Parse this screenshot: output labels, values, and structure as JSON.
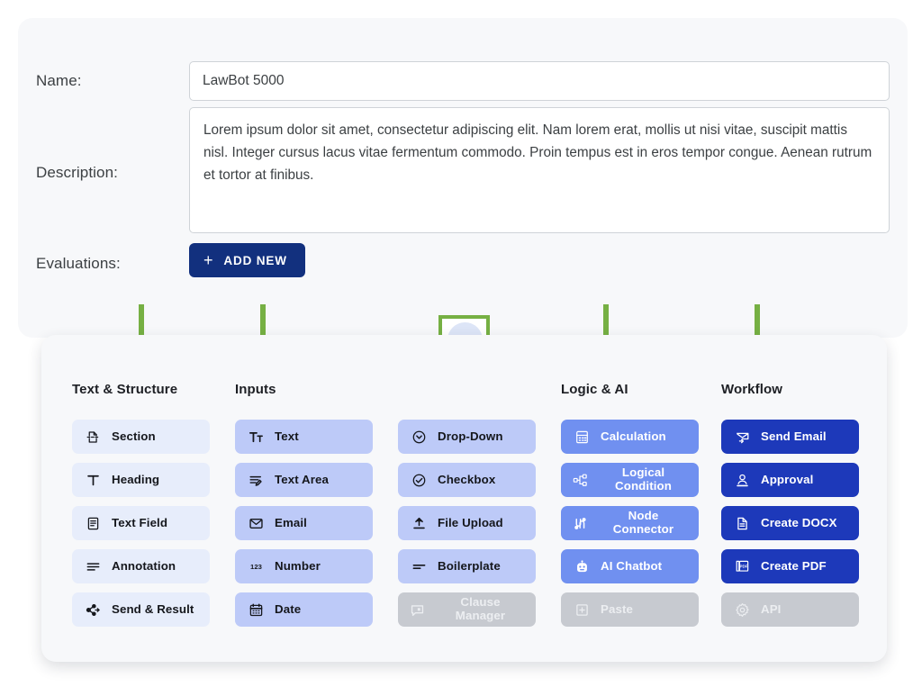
{
  "form": {
    "name": {
      "label": "Name:",
      "value": "LawBot 5000"
    },
    "description": {
      "label": "Description:",
      "value": "Lorem ipsum dolor sit amet, consectetur adipiscing elit. Nam lorem erat, mollis ut nisi vitae, suscipit mattis nisl. Integer cursus lacus vitae fermentum commodo. Proin tempus est in eros tempor congue. Aenean rutrum et tortor at finibus."
    },
    "evaluations": {
      "label": "Evaluations:",
      "add_button": "ADD NEW",
      "add_icon": "plus-icon"
    }
  },
  "palette": {
    "close_button": {
      "icon": "close-icon",
      "highlighted": "true"
    },
    "columns": [
      {
        "header": "Text & Structure",
        "tone": "pale",
        "items": [
          {
            "label": "Section",
            "icon": "section-icon",
            "disabled": "false"
          },
          {
            "label": "Heading",
            "icon": "heading-t-icon",
            "disabled": "false"
          },
          {
            "label": "Text Field",
            "icon": "text-field-icon",
            "disabled": "false"
          },
          {
            "label": "Annotation",
            "icon": "annotation-lines-icon",
            "disabled": "false"
          },
          {
            "label": "Send & Result",
            "icon": "send-result-icon",
            "disabled": "false"
          }
        ]
      },
      {
        "header": "Inputs",
        "tone": "peri",
        "items": [
          {
            "label": "Text",
            "icon": "text-tt-icon",
            "disabled": "false"
          },
          {
            "label": "Text Area",
            "icon": "text-area-icon",
            "disabled": "false"
          },
          {
            "label": "Email",
            "icon": "envelope-icon",
            "disabled": "false"
          },
          {
            "label": "Number",
            "icon": "number-123-icon",
            "disabled": "false"
          },
          {
            "label": "Date",
            "icon": "calendar-icon",
            "disabled": "false"
          }
        ]
      },
      {
        "header": "",
        "tone": "peri",
        "items": [
          {
            "label": "Drop-Down",
            "icon": "dropdown-circle-icon",
            "disabled": "false"
          },
          {
            "label": "Checkbox",
            "icon": "check-circle-icon",
            "disabled": "false"
          },
          {
            "label": "File Upload",
            "icon": "upload-arrow-icon",
            "disabled": "false"
          },
          {
            "label": "Boilerplate",
            "icon": "boilerplate-lines-icon",
            "disabled": "false"
          },
          {
            "label": "Clause Manager",
            "icon": "clause-chat-icon",
            "disabled": "true"
          }
        ]
      },
      {
        "header": "Logic & AI",
        "tone": "mid",
        "items": [
          {
            "label": "Calculation",
            "icon": "calculator-icon",
            "disabled": "false"
          },
          {
            "label": "Logical Condition",
            "icon": "logic-branch-icon",
            "disabled": "false"
          },
          {
            "label": "Node Connector",
            "icon": "node-connector-icon",
            "disabled": "false"
          },
          {
            "label": "AI Chatbot",
            "icon": "robot-icon",
            "disabled": "false"
          },
          {
            "label": "Paste",
            "icon": "paste-plus-icon",
            "disabled": "true"
          }
        ]
      },
      {
        "header": "Workflow",
        "tone": "deep",
        "items": [
          {
            "label": "Send Email",
            "icon": "send-email-icon",
            "disabled": "false"
          },
          {
            "label": "Approval",
            "icon": "approval-person-icon",
            "disabled": "false"
          },
          {
            "label": "Create DOCX",
            "icon": "docx-file-icon",
            "disabled": "false"
          },
          {
            "label": "Create PDF",
            "icon": "pdf-file-icon",
            "disabled": "false"
          },
          {
            "label": "API",
            "icon": "gear-icon",
            "disabled": "true"
          }
        ]
      }
    ]
  },
  "annotations": {
    "arrow_color": "#76b043",
    "highlight_color": "#76b043",
    "arrows": [
      {
        "name": "arrow-to-text-structure"
      },
      {
        "name": "arrow-to-inputs"
      },
      {
        "name": "arrow-to-logic-ai"
      },
      {
        "name": "arrow-to-workflow"
      }
    ]
  },
  "colors": {
    "card_bg": "#f7f8fa",
    "primary_button": "#12307e",
    "tone_pale": "#e7edfb",
    "tone_peri": "#bdcaf8",
    "tone_mid": "#7090f0",
    "tone_deep": "#1d39ba",
    "tone_disabled": "#c7cad0"
  }
}
